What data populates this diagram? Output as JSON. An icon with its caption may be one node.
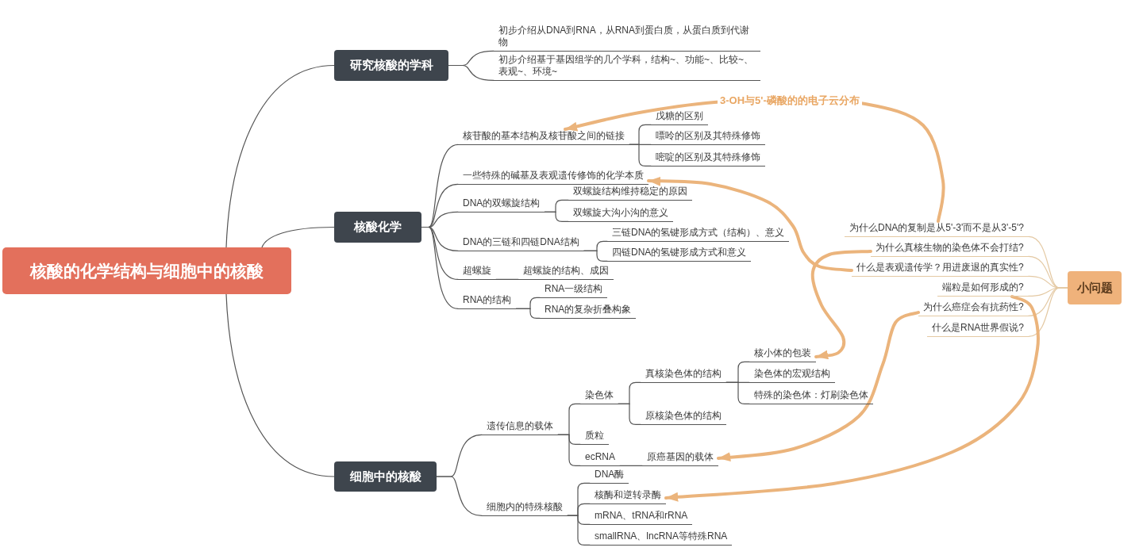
{
  "diagram": {
    "nodes": [
      {
        "text": [
          "核酸的化学结构与细胞中的核酸"
        ]
      },
      {
        "text": [
          "研究核酸的学科"
        ]
      },
      {
        "text": [
          "初步介绍从DNA到RNA，从RNA到蛋白质，从蛋白质到代谢物"
        ]
      },
      {
        "text": [
          "初步介绍基于基因组学的几个学科，结构~、功能~、比较~、表观~、环境~"
        ]
      },
      {
        "text": [
          "核酸化学"
        ]
      },
      {
        "text": [
          "核苷酸的基本结构及核苷酸之间的链接"
        ]
      },
      {
        "text": [
          "戊糖的区别"
        ]
      },
      {
        "text": [
          "嘌呤的区别及其特殊修饰"
        ]
      },
      {
        "text": [
          "嘧啶的区别及其特殊修饰"
        ]
      },
      {
        "text": [
          "一些特殊的碱基及表观遗传修饰的化学本质"
        ]
      },
      {
        "text": [
          "DNA的双螺旋结构"
        ]
      },
      {
        "text": [
          "双螺旋结构维持稳定的原因"
        ]
      },
      {
        "text": [
          "双螺旋大沟小沟的意义"
        ]
      },
      {
        "text": [
          "DNA的三链和四链DNA结构"
        ]
      },
      {
        "text": [
          "三链DNA的氢键形成方式（结构）、意义"
        ]
      },
      {
        "text": [
          "四链DNA的氢键形成方式和意义"
        ]
      },
      {
        "text": [
          "超螺旋"
        ]
      },
      {
        "text": [
          "超螺旋的结构、成因"
        ]
      },
      {
        "text": [
          "RNA的结构"
        ]
      },
      {
        "text": [
          "RNA一级结构"
        ]
      },
      {
        "text": [
          "RNA的复杂折叠构象"
        ]
      },
      {
        "text": [
          "细胞中的核酸"
        ]
      },
      {
        "text": [
          "遗传信息的载体"
        ]
      },
      {
        "text": [
          "染色体"
        ]
      },
      {
        "text": [
          "真核染色体的结构"
        ]
      },
      {
        "text": [
          "核小体的包装"
        ]
      },
      {
        "text": [
          "染色体的宏观结构"
        ]
      },
      {
        "text": [
          "特殊的染色体：灯刷染色体"
        ]
      },
      {
        "text": [
          "原核染色体的结构"
        ]
      },
      {
        "text": [
          "质粒"
        ]
      },
      {
        "text": [
          "ecRNA"
        ]
      },
      {
        "text": [
          "原癌基因的载体"
        ]
      },
      {
        "text": [
          "细胞内的特殊核酸"
        ]
      },
      {
        "text": [
          "DNA酶"
        ]
      },
      {
        "text": [
          "核酶和逆转录酶"
        ]
      },
      {
        "text": [
          "mRNA、tRNA和rRNA"
        ]
      },
      {
        "text": [
          "smallRNA、lncRNA等特殊RNA"
        ]
      },
      {
        "text": [
          "小问题"
        ]
      },
      {
        "text": [
          "为什么DNA的复制是从5'-3'而不是从3'-5'?"
        ]
      },
      {
        "text": [
          "为什么真核生物的染色体不会打结?"
        ]
      },
      {
        "text": [
          "什么是表观遗传学？用进废退的真实性?"
        ]
      },
      {
        "text": [
          "端粒是如何形成的?"
        ]
      },
      {
        "text": [
          "为什么癌症会有抗药性?"
        ]
      },
      {
        "text": [
          "什么是RNA世界假说?"
        ]
      }
    ],
    "edges": [
      {
        "from": 0,
        "to": 1,
        "arrow": "none"
      },
      {
        "from": 0,
        "to": 4,
        "arrow": "none"
      },
      {
        "from": 0,
        "to": 21,
        "arrow": "none"
      },
      {
        "from": 1,
        "to": 2,
        "arrow": "none"
      },
      {
        "from": 1,
        "to": 3,
        "arrow": "none"
      },
      {
        "from": 4,
        "to": 5,
        "arrow": "none"
      },
      {
        "from": 4,
        "to": 9,
        "arrow": "none"
      },
      {
        "from": 4,
        "to": 10,
        "arrow": "none"
      },
      {
        "from": 4,
        "to": 13,
        "arrow": "none"
      },
      {
        "from": 4,
        "to": 16,
        "arrow": "none"
      },
      {
        "from": 4,
        "to": 18,
        "arrow": "none"
      },
      {
        "from": 5,
        "to": 6,
        "arrow": "none"
      },
      {
        "from": 5,
        "to": 7,
        "arrow": "none"
      },
      {
        "from": 5,
        "to": 8,
        "arrow": "none"
      },
      {
        "from": 10,
        "to": 11,
        "arrow": "none"
      },
      {
        "from": 10,
        "to": 12,
        "arrow": "none"
      },
      {
        "from": 13,
        "to": 14,
        "arrow": "none"
      },
      {
        "from": 13,
        "to": 15,
        "arrow": "none"
      },
      {
        "from": 16,
        "to": 17,
        "arrow": "none"
      },
      {
        "from": 18,
        "to": 19,
        "arrow": "none"
      },
      {
        "from": 18,
        "to": 20,
        "arrow": "none"
      },
      {
        "from": 21,
        "to": 22,
        "arrow": "none"
      },
      {
        "from": 21,
        "to": 32,
        "arrow": "none"
      },
      {
        "from": 22,
        "to": 23,
        "arrow": "none"
      },
      {
        "from": 22,
        "to": 29,
        "arrow": "none"
      },
      {
        "from": 22,
        "to": 30,
        "arrow": "none"
      },
      {
        "from": 23,
        "to": 24,
        "arrow": "none"
      },
      {
        "from": 23,
        "to": 28,
        "arrow": "none"
      },
      {
        "from": 24,
        "to": 25,
        "arrow": "none"
      },
      {
        "from": 24,
        "to": 26,
        "arrow": "none"
      },
      {
        "from": 24,
        "to": 27,
        "arrow": "none"
      },
      {
        "from": 30,
        "to": 31,
        "arrow": "none"
      },
      {
        "from": 32,
        "to": 33,
        "arrow": "none"
      },
      {
        "from": 32,
        "to": 34,
        "arrow": "none"
      },
      {
        "from": 32,
        "to": 35,
        "arrow": "none"
      },
      {
        "from": 32,
        "to": 36,
        "arrow": "none"
      },
      {
        "from": 37,
        "to": 38,
        "arrow": "none",
        "color": "#e4c9a3"
      },
      {
        "from": 37,
        "to": 39,
        "arrow": "none",
        "color": "#e4c9a3"
      },
      {
        "from": 37,
        "to": 40,
        "arrow": "none",
        "color": "#e4c9a3"
      },
      {
        "from": 37,
        "to": 41,
        "arrow": "none",
        "color": "#e4c9a3"
      },
      {
        "from": 37,
        "to": 42,
        "arrow": "none",
        "color": "#e4c9a3"
      },
      {
        "from": 37,
        "to": 43,
        "arrow": "none",
        "color": "#e4c9a3"
      },
      {
        "from": 38,
        "to": 5,
        "arrow": "to",
        "label": "3-OH与5'-磷酸的的电子云分布",
        "style": "thick",
        "color": "#ebb47c"
      },
      {
        "from": 40,
        "to": 9,
        "arrow": "to",
        "style": "thick",
        "color": "#ebb47c"
      },
      {
        "from": 39,
        "to": 25,
        "arrow": "to",
        "style": "thick",
        "color": "#ebb47c"
      },
      {
        "from": 42,
        "to": 31,
        "arrow": "to",
        "style": "thick",
        "color": "#ebb47c"
      },
      {
        "from": 41,
        "to": 34,
        "arrow": "to",
        "style": "thick",
        "color": "#ebb47c"
      }
    ]
  }
}
